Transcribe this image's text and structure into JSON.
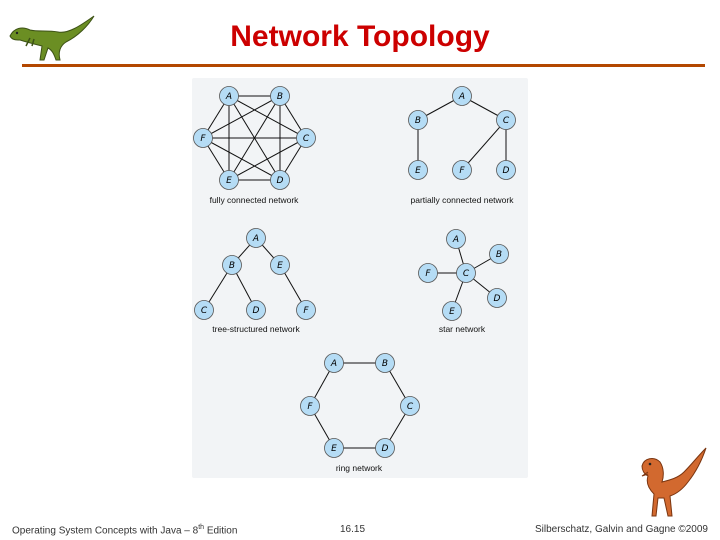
{
  "slide": {
    "title": "Network Topology",
    "colors": {
      "title": "#cc0000",
      "rule": "#b34700",
      "node_fill": "#b5dcf5",
      "panel_bg": "#f2f4f6"
    }
  },
  "footer": {
    "left_prefix": "Operating System Concepts with Java – 8",
    "left_sup": "th",
    "left_suffix": " Edition",
    "center": "16.15",
    "right": "Silberschatz, Galvin and Gagne ©2009"
  },
  "topologies": [
    {
      "id": "fully",
      "caption": "fully connected network",
      "nodes": [
        "A",
        "B",
        "C",
        "D",
        "E",
        "F"
      ],
      "edges": [
        [
          "A",
          "B"
        ],
        [
          "A",
          "C"
        ],
        [
          "A",
          "D"
        ],
        [
          "A",
          "E"
        ],
        [
          "A",
          "F"
        ],
        [
          "B",
          "C"
        ],
        [
          "B",
          "D"
        ],
        [
          "B",
          "E"
        ],
        [
          "B",
          "F"
        ],
        [
          "C",
          "D"
        ],
        [
          "C",
          "E"
        ],
        [
          "C",
          "F"
        ],
        [
          "D",
          "E"
        ],
        [
          "D",
          "F"
        ],
        [
          "E",
          "F"
        ]
      ]
    },
    {
      "id": "partial",
      "caption": "partially connected network",
      "nodes": [
        "A",
        "B",
        "C",
        "E",
        "F",
        "D"
      ],
      "edges": [
        [
          "A",
          "B"
        ],
        [
          "A",
          "C"
        ],
        [
          "B",
          "E"
        ],
        [
          "C",
          "F"
        ],
        [
          "C",
          "D"
        ]
      ]
    },
    {
      "id": "tree",
      "caption": "tree-structured network",
      "nodes": [
        "A",
        "B",
        "E",
        "C",
        "D",
        "F"
      ],
      "edges": [
        [
          "A",
          "B"
        ],
        [
          "A",
          "E"
        ],
        [
          "B",
          "C"
        ],
        [
          "B",
          "D"
        ],
        [
          "E",
          "F"
        ]
      ]
    },
    {
      "id": "star",
      "caption": "star network",
      "nodes": [
        "A",
        "B",
        "F",
        "C",
        "E",
        "D"
      ],
      "edges": [
        [
          "C",
          "A"
        ],
        [
          "C",
          "B"
        ],
        [
          "C",
          "F"
        ],
        [
          "C",
          "E"
        ],
        [
          "C",
          "D"
        ]
      ]
    },
    {
      "id": "ring",
      "caption": "ring network",
      "nodes": [
        "A",
        "B",
        "F",
        "C",
        "E",
        "D"
      ],
      "edges": [
        [
          "A",
          "B"
        ],
        [
          "B",
          "C"
        ],
        [
          "C",
          "D"
        ],
        [
          "D",
          "E"
        ],
        [
          "E",
          "F"
        ],
        [
          "F",
          "A"
        ]
      ]
    }
  ]
}
